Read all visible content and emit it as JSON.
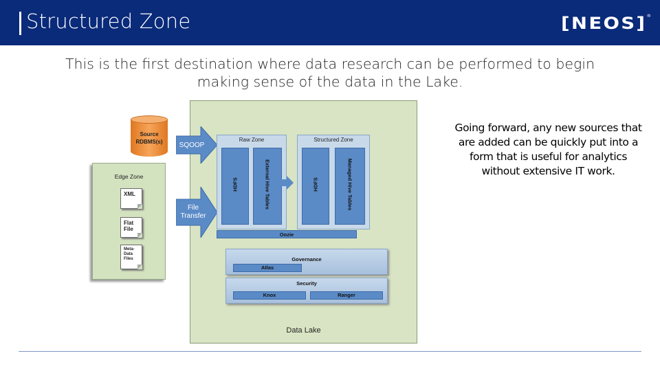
{
  "header": {
    "title": "Structured Zone",
    "logo": "[NEOS]",
    "logo_mark": "®",
    "background": "#0a2a7a"
  },
  "intro": {
    "line1": "This is the first destination where data research can be performed to begin",
    "line2": "making sense of the data in the Lake."
  },
  "side_note": "Going forward, any new sources that are added can be quickly put into a form that is useful for analytics without extensive IT work.",
  "diagram": {
    "source": {
      "line1": "Source",
      "line2": "RDBMS(s)"
    },
    "edge_zone": {
      "label": "Edge Zone",
      "docs": [
        {
          "line1": "XML",
          "line2": ""
        },
        {
          "line1": "Flat",
          "line2": "File"
        },
        {
          "line1": "Meta-",
          "line2": "Data",
          "line3": "Files"
        }
      ]
    },
    "arrows": {
      "sqoop": "SQOOP",
      "file_transfer_1": "File",
      "file_transfer_2": "Transfer"
    },
    "raw_zone": {
      "title": "Raw Zone",
      "hdfs": "HDFS",
      "tables": "External Hive Tables"
    },
    "structured_zone": {
      "title": "Structured Zone",
      "hdfs": "HDFS",
      "tables": "Managed Hive Tables"
    },
    "oozie": "Oozie",
    "governance": {
      "title": "Governance",
      "atlas": "Atlas"
    },
    "security": {
      "title": "Security",
      "knox": "Knox",
      "ranger": "Ranger"
    },
    "lake_label": "Data Lake",
    "colors": {
      "lake": "#d8e4c3",
      "zone_blue": "#5b8bc7",
      "arrow_blue": "#5b8bc7",
      "source_orange": "#f08a30"
    }
  }
}
